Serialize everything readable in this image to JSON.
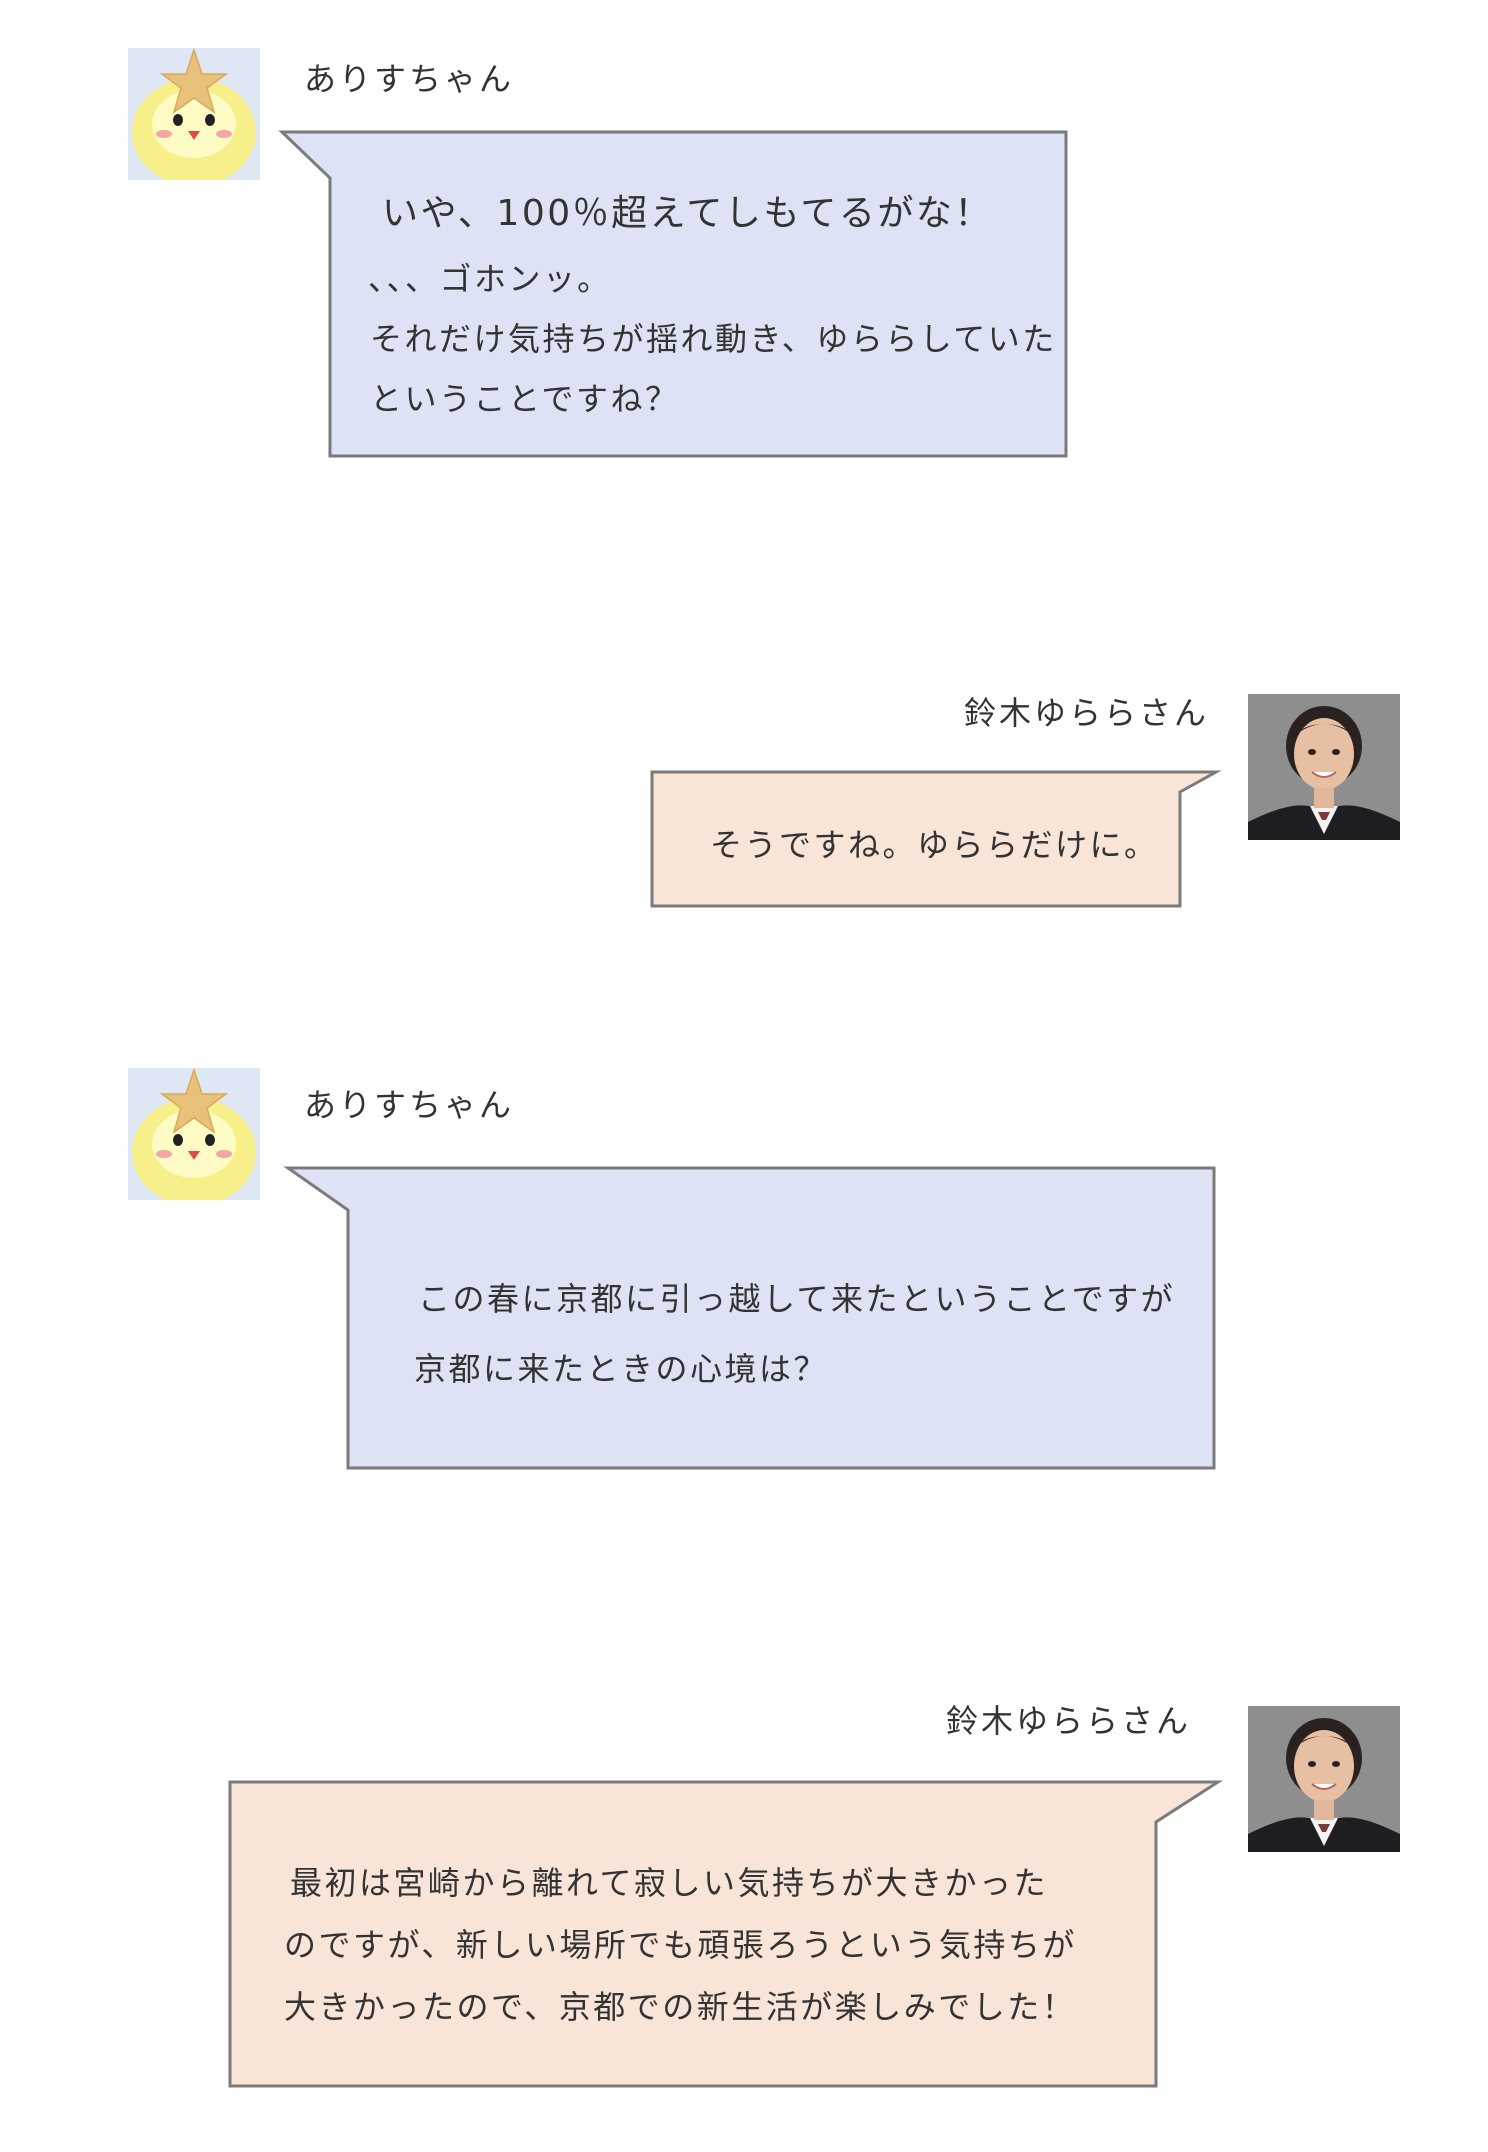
{
  "colors": {
    "alice_bubble_fill": "#dde3f4",
    "yurara_bubble_fill": "#f9e4d8",
    "bubble_border": "#7b7b7b",
    "text": "#333333"
  },
  "messages": [
    {
      "speaker": "ありすちゃん",
      "avatar_icon": "chick-avatar-icon",
      "lines": [
        "いや、100％超えてしもてるがな！",
        "、、、ゴホンッ。",
        "それだけ気持ちが揺れ動き、ゆららしていた",
        "ということですね？"
      ]
    },
    {
      "speaker": "鈴木ゆららさん",
      "avatar_icon": "portrait-photo",
      "lines": [
        "そうですね。ゆららだけに。"
      ]
    },
    {
      "speaker": "ありすちゃん",
      "avatar_icon": "chick-avatar-icon",
      "lines": [
        "この春に京都に引っ越して来たということですが",
        "京都に来たときの心境は？"
      ]
    },
    {
      "speaker": "鈴木ゆららさん",
      "avatar_icon": "portrait-photo",
      "lines": [
        "最初は宮崎から離れて寂しい気持ちが大きかった",
        "のですが、新しい場所でも頑張ろうという気持ちが",
        "大きかったので、京都での新生活が楽しみでした！"
      ]
    }
  ]
}
